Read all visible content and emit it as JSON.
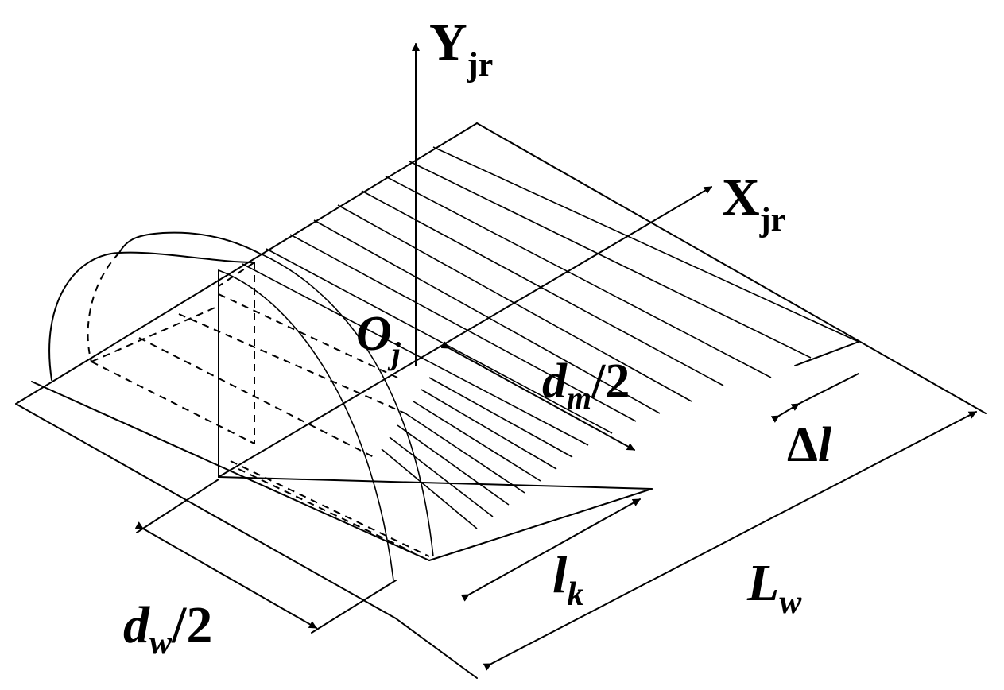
{
  "labels": {
    "y_axis_main": "Y",
    "y_axis_sub": "jr",
    "x_axis_main": "X",
    "x_axis_sub": "jr",
    "origin_main": "O",
    "origin_sub": "j",
    "dm_main": "d",
    "dm_sub": "m",
    "dm_rest": "/2",
    "delta_l_main": "Δ",
    "delta_l_sub": "l",
    "lk_main": "l",
    "lk_sub": "k",
    "Lw_main": "L",
    "Lw_sub": "w",
    "dw_main": "d",
    "dw_sub": "w",
    "dw_rest": "/2"
  }
}
